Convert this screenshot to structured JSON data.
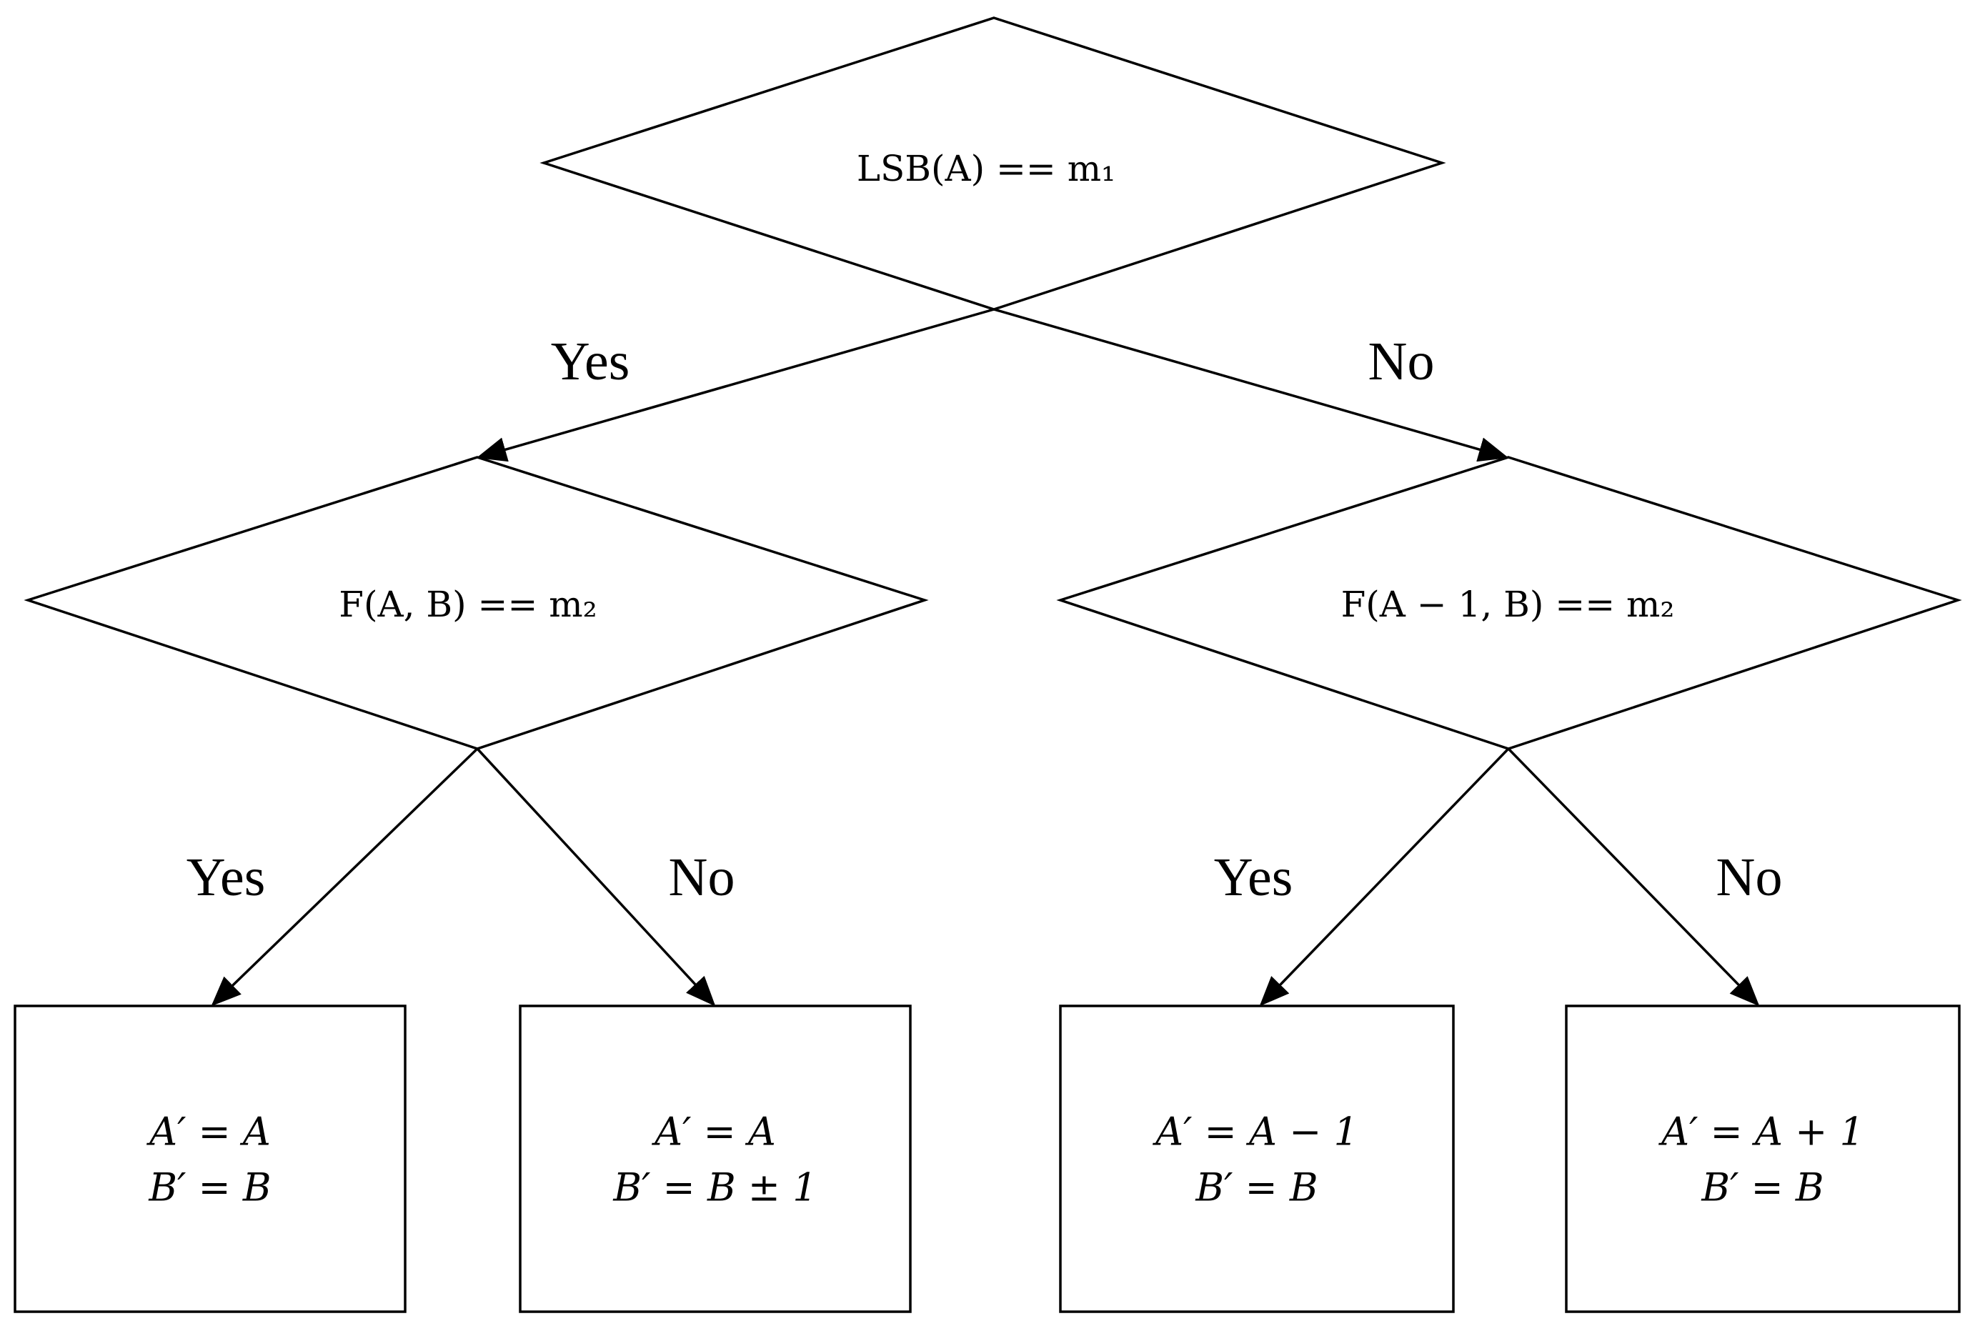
{
  "decisions": {
    "root": "LSB(A) == m₁",
    "left": "F(A, B) == m₂",
    "right": "F(A − 1, B) == m₂"
  },
  "branch_labels": {
    "root_yes": "Yes",
    "root_no": "No",
    "left_yes": "Yes",
    "left_no": "No",
    "right_yes": "Yes",
    "right_no": "No"
  },
  "outcomes": [
    {
      "line1": "A′ = A",
      "line2": "B′ = B"
    },
    {
      "line1": "A′ = A",
      "line2": "B′ = B ± 1"
    },
    {
      "line1": "A′ = A − 1",
      "line2": "B′ = B"
    },
    {
      "line1": "A′ = A + 1",
      "line2": "B′ = B"
    }
  ],
  "colors": {
    "stroke": "#000000",
    "background": "#ffffff"
  }
}
